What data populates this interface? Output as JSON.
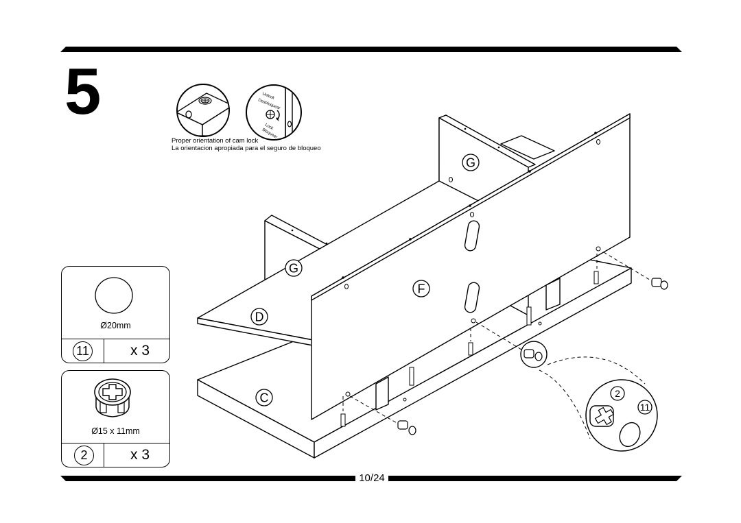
{
  "step": {
    "number": "5"
  },
  "cam_orientation": {
    "caption_en": "Proper orientation of cam lock",
    "caption_es": "La orientacion apropiada para el seguro de bloqueo",
    "unlock_label": "Unlock",
    "unlock_label_es": "Desbloquear",
    "lock_label": "Lock",
    "lock_label_es": "Bloquear"
  },
  "parts": [
    {
      "id": "11",
      "size": "Ø20mm",
      "quantity": "x 3",
      "icon": "cam-disc-icon"
    },
    {
      "id": "2",
      "size": "Ø15 x 11mm",
      "quantity": "x 3",
      "icon": "cam-housing-icon"
    }
  ],
  "panels": {
    "f": "F",
    "g_right": "G",
    "g_left": "G",
    "d": "D",
    "c": "C"
  },
  "detail": {
    "part_a": "2",
    "part_b": "11"
  },
  "footer": {
    "page": "10/24"
  }
}
